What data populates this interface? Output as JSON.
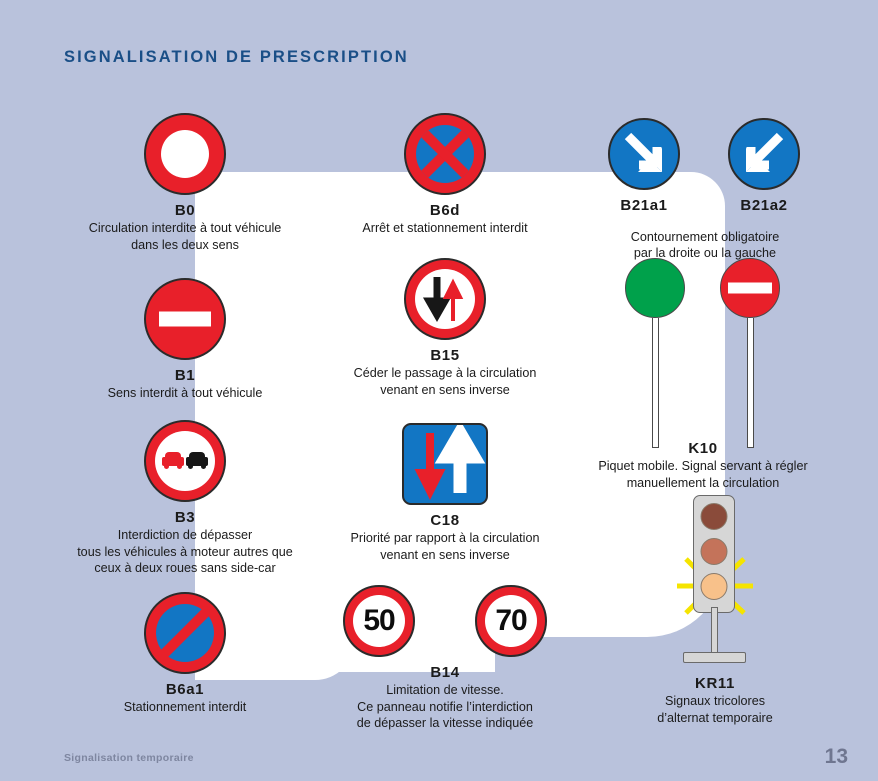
{
  "page": {
    "title": "SIGNALISATION DE PRESCRIPTION",
    "footer_left": "Signalisation temporaire",
    "page_number": "13",
    "background_color": "#b9c2dc",
    "panel_color": "#ffffff",
    "title_color": "#1a4f87"
  },
  "colors": {
    "red": "#e8202a",
    "blue": "#1276c4",
    "green": "#00a14b",
    "white": "#ffffff",
    "black": "#171717",
    "yellow": "#f5e400",
    "amber": "#f8c18a"
  },
  "signs": [
    {
      "code": "B0",
      "name": "circulation-interdite",
      "description": "Circulation interdite à tout véhicule\ndans les deux sens"
    },
    {
      "code": "B1",
      "name": "sens-interdit",
      "description": "Sens interdit à tout véhicule"
    },
    {
      "code": "B3",
      "name": "interdiction-de-depasser",
      "description": "Interdiction de dépasser\ntous les véhicules à moteur autres que\nceux à deux roues sans side-car"
    },
    {
      "code": "B6a1",
      "name": "stationnement-interdit",
      "description": "Stationnement interdit"
    },
    {
      "code": "B6d",
      "name": "arret-et-stationnement-interdit",
      "description": "Arrêt et stationnement interdit"
    },
    {
      "code": "B15",
      "name": "ceder-le-passage",
      "description": "Céder le passage à la circulation\nvenant en sens inverse"
    },
    {
      "code": "C18",
      "name": "priorite-par-rapport-circulation",
      "description": "Priorité par rapport à la circulation\nvenant en sens inverse"
    },
    {
      "code": "B14",
      "name": "limitation-de-vitesse",
      "description": "Limitation de vitesse.\nCe panneau notifie l’interdiction\nde dépasser la vitesse indiquée",
      "values": [
        "50",
        "70"
      ]
    },
    {
      "code": "B21a1",
      "name": "contournement-obligatoire-droite",
      "description": ""
    },
    {
      "code": "B21a2",
      "name": "contournement-obligatoire-gauche",
      "description": "Contournement obligatoire\npar la droite ou la gauche"
    },
    {
      "code": "K10",
      "name": "piquet-mobile",
      "description": "Piquet mobile. Signal servant à régler\nmanuellement la circulation"
    },
    {
      "code": "KR11",
      "name": "signaux-tricolores",
      "description": "Signaux tricolores\nd’alternat temporaire"
    }
  ]
}
